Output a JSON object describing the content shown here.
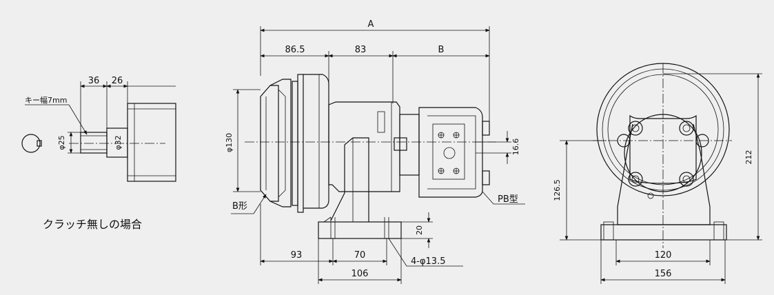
{
  "left_view": {
    "dim_36": "36",
    "dim_26": "26",
    "key_label": "キー幅7mm",
    "shaft_dia": "φ25",
    "flange_dia": "φ32",
    "caption": "クラッチ無しの場合"
  },
  "side_view": {
    "dim_A": "A",
    "dim_86_5": "86.5",
    "dim_83": "83",
    "dim_B": "B",
    "pulley_dia": "φ130",
    "dim_16_6": "16.6",
    "pb_label": "PB型",
    "b_label": "B形",
    "dim_20": "20",
    "dim_93": "93",
    "dim_70": "70",
    "dim_106": "106",
    "holes_label": "4-φ13.5"
  },
  "front_view": {
    "dim_212": "212",
    "dim_126_5": "126.5",
    "dim_120": "120",
    "dim_156": "156"
  }
}
